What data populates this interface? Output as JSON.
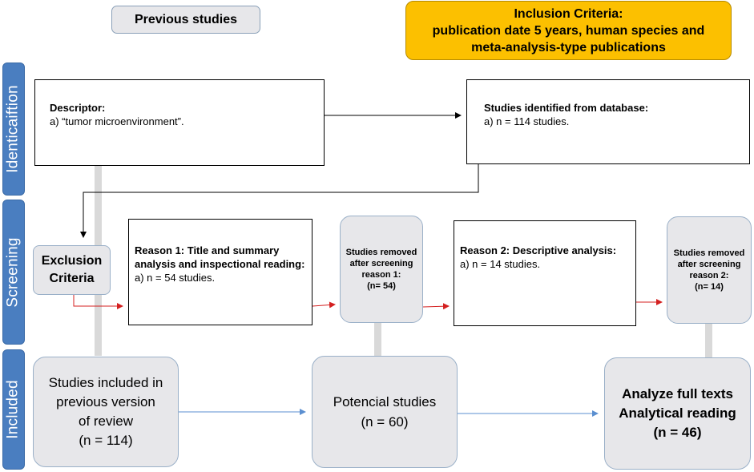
{
  "stages": {
    "identification": "Identicaiftion",
    "screening": "Screening",
    "included": "Included"
  },
  "previous_studies": {
    "label": "Previous studies"
  },
  "inclusion_criteria": {
    "line1": "Inclusion Criteria:",
    "line2": "publication date 5 years, human species and",
    "line3": "meta-analysis-type publications"
  },
  "descriptor": {
    "title": "Descriptor:",
    "item": "a) “tumor microenvironment”."
  },
  "studies_identified": {
    "title": "Studies identified from database:",
    "item": "a) n = 114 studies."
  },
  "exclusion_criteria": {
    "line1": "Exclusion",
    "line2": "Criteria"
  },
  "reason1": {
    "title_line1": "Reason 1: Title and summary",
    "title_line2": "analysis and inspectional reading:",
    "item": "a) n = 54 studies."
  },
  "removed1": {
    "line1": "Studies removed",
    "line2": "after screening",
    "line3": "reason 1:",
    "line4": "(n= 54)"
  },
  "reason2": {
    "title": "Reason 2: Descriptive analysis:",
    "item": "a) n = 14 studies."
  },
  "removed2": {
    "line1": "Studies removed",
    "line2": "after screening",
    "line3": "reason 2:",
    "line4": "(n= 14)"
  },
  "included_previous": {
    "line1": "Studies included in",
    "line2": "previous version",
    "line3": "of review",
    "line4": "(n = 114)"
  },
  "potential": {
    "line1": "Potencial studies",
    "line2": "(n = 60)"
  },
  "full_texts": {
    "line1": "Analyze full texts",
    "line2": "Analytical reading",
    "line3": "(n = 46)"
  },
  "colors": {
    "stage_blue": "#4a7ec0",
    "criteria_orange": "#fcc000",
    "box_grey": "#e7e7ea",
    "arrow_red": "#d42020",
    "arrow_blue": "#5b8fd0"
  }
}
